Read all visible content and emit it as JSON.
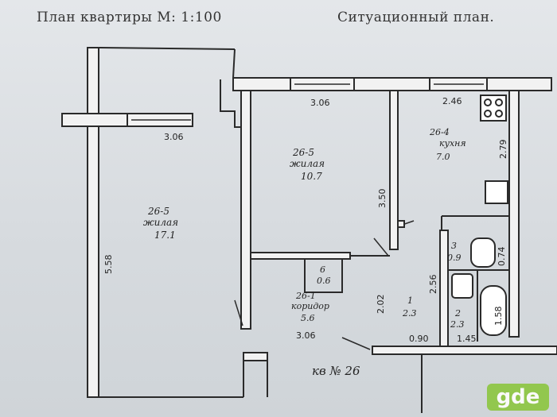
{
  "header": {
    "title_left": "План квартиры М: 1:100",
    "title_right": "Ситуационный план."
  },
  "dimensions": {
    "top_mid": "3.06",
    "top_right": "2.46",
    "left_notch": "3.06",
    "left_height": "5.58",
    "mid_height": "3.50",
    "kitchen_height": "2.79",
    "bath_w": "0.74",
    "bath2_h": "1.58",
    "corridor_h": "2.02",
    "hall_h": "2.56",
    "bottom_mid": "3.06",
    "bottom_a": "0.90",
    "bottom_b": "1.45"
  },
  "rooms": {
    "big_room": {
      "id": "26-5",
      "name": "жилая",
      "area": "17.1"
    },
    "mid_room": {
      "id": "26-5",
      "name": "жилая",
      "area": "10.7"
    },
    "kitchen": {
      "id": "26-4",
      "name": "кухня",
      "area": "7.0"
    },
    "closet": {
      "id": "6",
      "area": "0.6"
    },
    "corridor": {
      "id": "26-1",
      "name": "коридор",
      "area": "5.6"
    },
    "hall": {
      "id": "1",
      "area": "2.3"
    },
    "wc": {
      "id": "3",
      "area": "0.9"
    },
    "bath": {
      "id": "2",
      "area": "2.3"
    }
  },
  "footer": {
    "apartment_label": "кв № 26"
  },
  "watermark": "gde"
}
